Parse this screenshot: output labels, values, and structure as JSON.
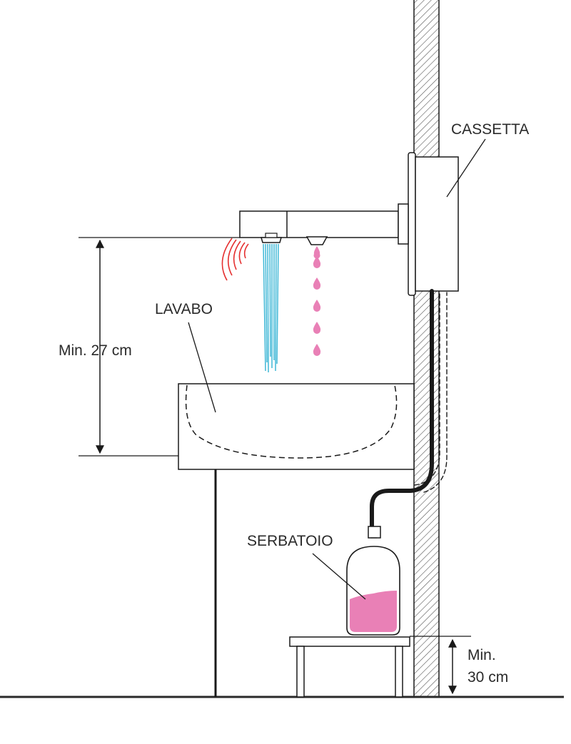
{
  "labels": {
    "cassetta": "CASSETTA",
    "lavabo": "LAVABO",
    "serbatoio": "SERBATOIO",
    "min_height": "Min. 27 cm",
    "min_floor_line1": "Min.",
    "min_floor_line2": "30 cm"
  },
  "colors": {
    "line": "#1a1a1a",
    "water": "#3fb7d6",
    "soap": "#e980b6",
    "sensor": "#e53030",
    "floor": "#2a2a2a"
  },
  "icons": {
    "sensor_waves": "sensor-waves-icon",
    "soap_drop": "soap-drop-icon"
  }
}
